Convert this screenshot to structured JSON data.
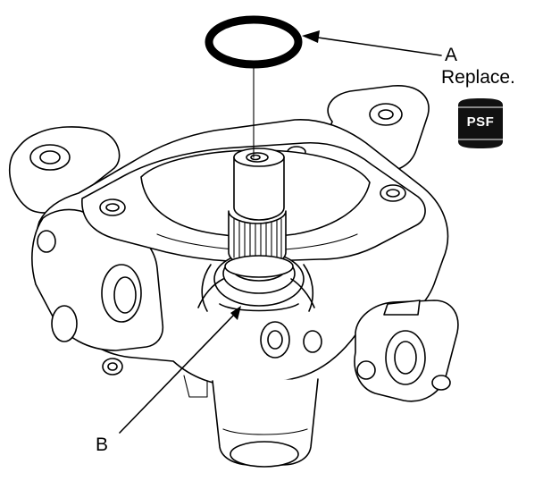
{
  "callouts": {
    "a_letter": "A",
    "a_note": "Replace.",
    "b_letter": "B"
  },
  "badge": {
    "text": "PSF",
    "color": "#000000"
  },
  "icons": {
    "badge_icon": "fluid-container-icon"
  }
}
